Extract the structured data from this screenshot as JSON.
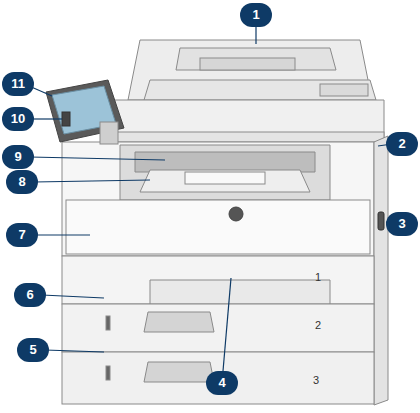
{
  "diagram": {
    "labels": [
      "1",
      "2",
      "3",
      "4",
      "5",
      "6",
      "7",
      "8",
      "9",
      "10",
      "11",
      "1",
      "2",
      "3"
    ]
  }
}
